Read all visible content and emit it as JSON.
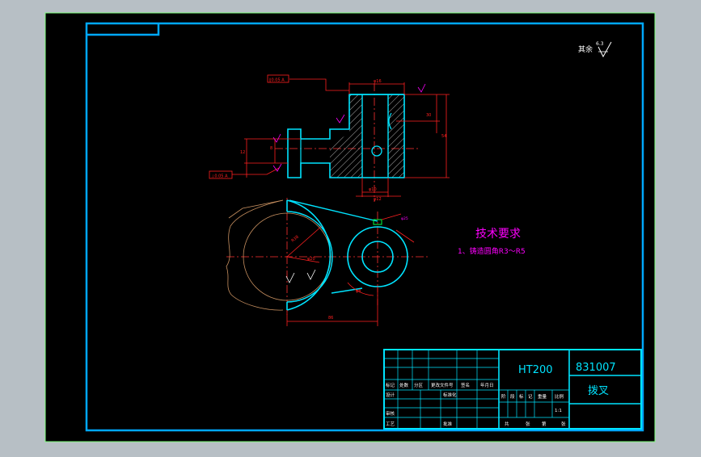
{
  "drawing": {
    "surface_roughness_note": "其余",
    "surface_roughness_value": "6.3",
    "tech_requirements": {
      "title": "技术要求",
      "items": [
        "1、铸造圆角R3～R5"
      ]
    },
    "datum_labels": [
      "∥0.05 A",
      "⊥0.05 A"
    ],
    "dimensions": {
      "top_width": "φ16",
      "right_height_1": "30",
      "right_height_2": "54",
      "left_slot": "8",
      "left_height": "12",
      "bottom_1": "φ10",
      "bottom_2": "φ12",
      "radius_label": "R38",
      "boss_label": "φ20",
      "bottom_length": "86",
      "hole_label": "φ8",
      "small_label": "φ25"
    }
  },
  "title_block": {
    "material": "HT200",
    "drawing_number": "831007",
    "part_name": "拨叉",
    "headers_row": [
      "标记",
      "处数",
      "分区",
      "更改文件号",
      "签名",
      "年月日"
    ],
    "left_labels": [
      "设计",
      "审核",
      "工艺"
    ],
    "mid_labels": [
      "标准化",
      "",
      "批准"
    ],
    "stage_row": [
      "阶",
      "段",
      "标",
      "记",
      "重量",
      "比例"
    ],
    "scale": "1:1",
    "sheet_row": [
      "共",
      "张",
      "第",
      "张"
    ]
  },
  "colors": {
    "frame": "#00a8ff",
    "outline": "#00e4ff",
    "dimension": "#ff2020",
    "magenta": "#ff00ff",
    "hatch": "#e8e8e8",
    "centerline": "#ff3030",
    "text": "#ffffff",
    "tbtext": "#00e4ff"
  }
}
